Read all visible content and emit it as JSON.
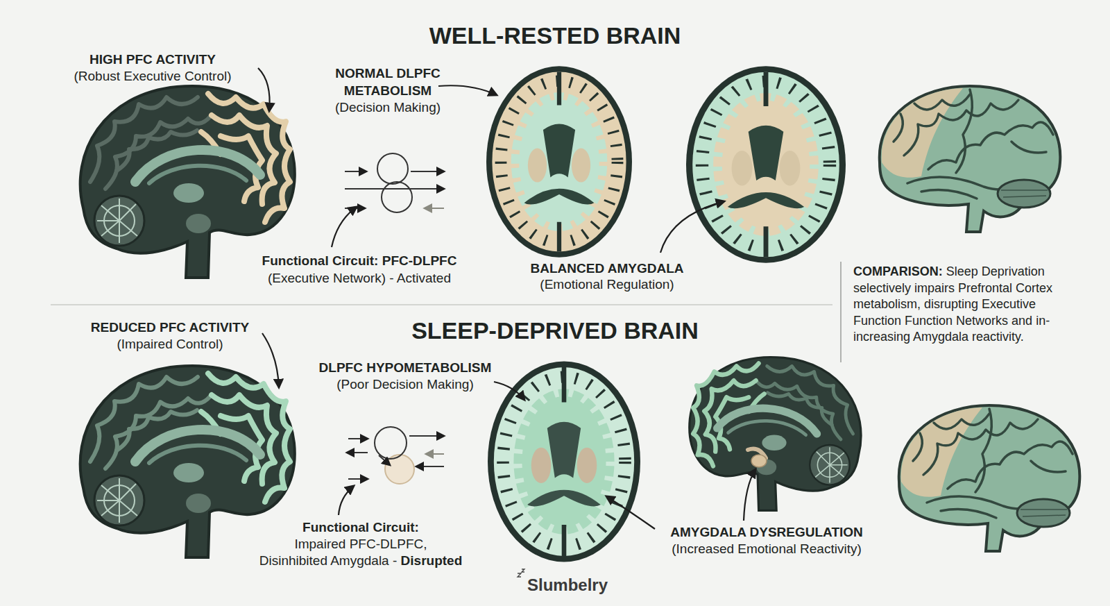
{
  "diagram": {
    "title": "WELL-RESTED BRAIN",
    "labels": [
      "HIGH PFC ACTIVITY",
      "(Robust Executive Control)",
      "NORMAL DLPFC METABOLISM",
      "(Decision Making)",
      "Functional Circuit: PFC-DLPFC",
      "(Executive Network) - Activated",
      "BALANCED AMYGDALA",
      "(Emotional Regulation)",
      "COMPARISON:",
      "Sleep Deprivation selectively impairs Prefrontal Cortex metabolism, disrupting Executive Function Function Networks and in- increasing Amygdala reactivity.",
      "SLEEP-DEPRIVED BRAIN",
      "REDUCED PFC ACTIVITY",
      "(Impaired Control)",
      "DLPFC HYPOMETABOLISM",
      "(Poor Decision Making)",
      "Functional Circuit:",
      "Impaired PFC-DLPFC,",
      "Disinhibited Amygdala -",
      "Disrupted",
      "AMYGDALA DYSREGULATION",
      "(Increased Emotional Reactivity)",
      "Slumbelry"
    ]
  }
}
